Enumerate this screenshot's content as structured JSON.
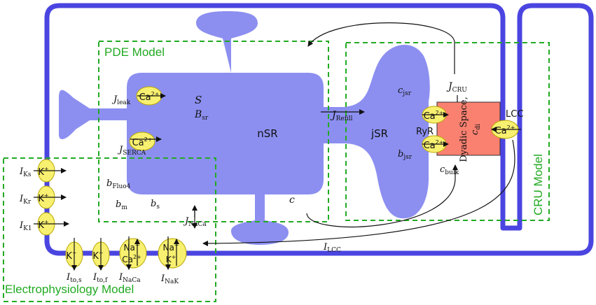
{
  "regions": {
    "pde_model": "PDE Model",
    "cru_model": "CRU Model",
    "electrophysiology_model": "Electrophysiology Model"
  },
  "compartments": {
    "nsr": "nSR",
    "jsr": "jSR",
    "dyadic_space": "Dyadic Space,",
    "dyadic_ca": "c",
    "dyadic_ca_sub": "di"
  },
  "channels": {
    "ryr": "RyR",
    "lcc": "LCC"
  },
  "ions": {
    "ca2": "Ca",
    "ca2_charge": "2+",
    "k": "K",
    "k_charge": "+",
    "na": "Na",
    "na_charge": "+"
  },
  "variables": {
    "s": "S",
    "b_sr": "B",
    "b_sr_sub": "sr",
    "c_jsr": "c",
    "c_jsr_sub": "jsr",
    "b_jsr": "b",
    "b_jsr_sub": "jsr",
    "c_bulk": "c",
    "c_bulk_sub": "bulk",
    "b_fluo4": "b",
    "b_fluo4_sub": "Fluo4",
    "b_m": "b",
    "b_m_sub": "m",
    "b_s": "b",
    "b_s_sub": "s",
    "c": "c"
  },
  "fluxes": {
    "j_leak": "J",
    "j_leak_sub": "leak",
    "j_serca": "J",
    "j_serca_sub": "SERCA",
    "j_refill": "J",
    "j_refill_sub": "Refill",
    "j_cru": "J",
    "j_cru_sub": "CRU",
    "j_naca": "J",
    "j_naca_sub": "NaCa"
  },
  "currents": {
    "i_ks": "I",
    "i_ks_sub": "Ks",
    "i_kr": "I",
    "i_kr_sub": "Kr",
    "i_k1": "I",
    "i_k1_sub": "K1",
    "i_to_s": "I",
    "i_to_s_sub": "to,s",
    "i_to_f": "I",
    "i_to_f_sub": "to,f",
    "i_naca": "I",
    "i_naca_sub": "NaCa",
    "i_nak": "I",
    "i_nak_sub": "NaK",
    "i_lcc": "I",
    "i_lcc_sub": "LCC"
  },
  "colors": {
    "membrane": "#4a45e0",
    "sr_fill": "#8c8ff0",
    "dyadic_fill": "#fa8070",
    "channel_fill": "#f8f070",
    "box_stroke": "#22aa22"
  }
}
